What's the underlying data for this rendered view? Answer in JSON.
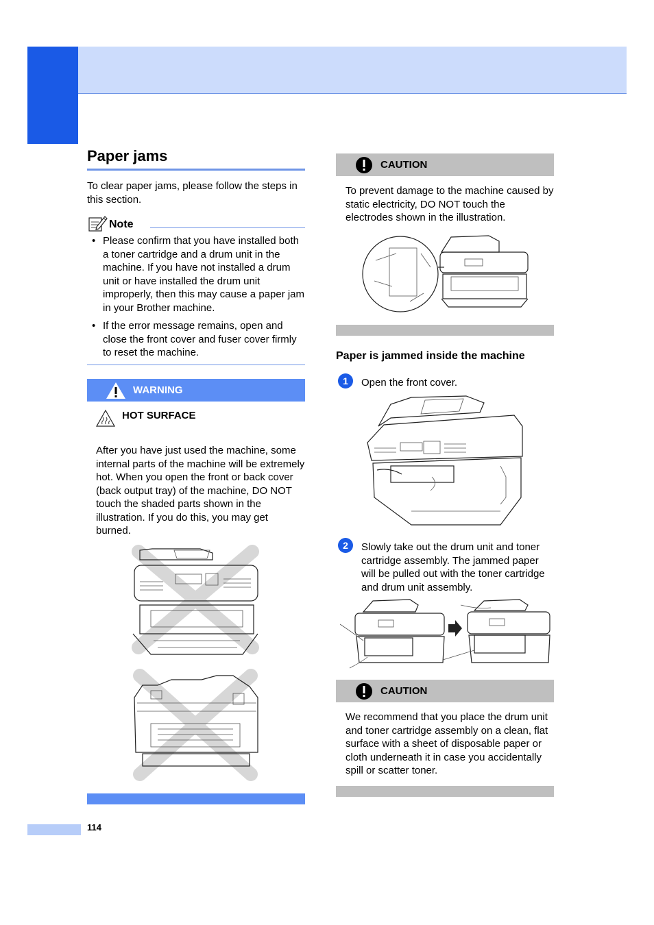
{
  "section": {
    "title": "Paper jams",
    "intro": "To clear paper jams, please follow the steps in this section."
  },
  "note": {
    "label": "Note",
    "bullets": [
      "Please confirm that you have installed both a toner cartridge and a drum unit in the machine. If you have not installed a drum unit or have installed the drum unit improperly, then this may cause a paper jam in your Brother machine.",
      "If the error message remains, open and close the front cover and fuser cover firmly to reset the machine."
    ]
  },
  "warning": {
    "label": "WARNING",
    "hot_surface_label": "HOT SURFACE",
    "text": "After you have just used the machine, some internal parts of the machine will be extremely hot. When you open the front or back cover (back output tray) of the machine, DO NOT touch the shaded parts shown in the illustration. If you do this, you may get burned."
  },
  "caution1": {
    "label": "CAUTION",
    "text": "To prevent damage to the machine caused by static electricity, DO NOT touch the electrodes shown in the illustration."
  },
  "subsection": {
    "title": "Paper is jammed inside the machine"
  },
  "steps": [
    {
      "number": "1",
      "text": "Open the front cover."
    },
    {
      "number": "2",
      "text": "Slowly take out the drum unit and toner cartridge assembly. The jammed paper will be pulled out with the toner cartridge and drum unit assembly."
    }
  ],
  "caution2": {
    "label": "CAUTION",
    "text": "We recommend that you place the drum unit and toner cartridge assembly on a clean, flat surface with a sheet of disposable paper or cloth underneath it in case you accidentally spill or scatter toner."
  },
  "footer": {
    "page_number": "114"
  },
  "colors": {
    "accent_blue": "#1a5ae6",
    "header_band": "#ccdcfc",
    "warning_bar": "#5c8ef5",
    "caution_bar": "#bfbfbf"
  },
  "icons": [
    "note-pencil-icon",
    "warning-exclamation-icon",
    "hot-surface-icon",
    "caution-exclamation-icon",
    "arrow-right-icon"
  ]
}
